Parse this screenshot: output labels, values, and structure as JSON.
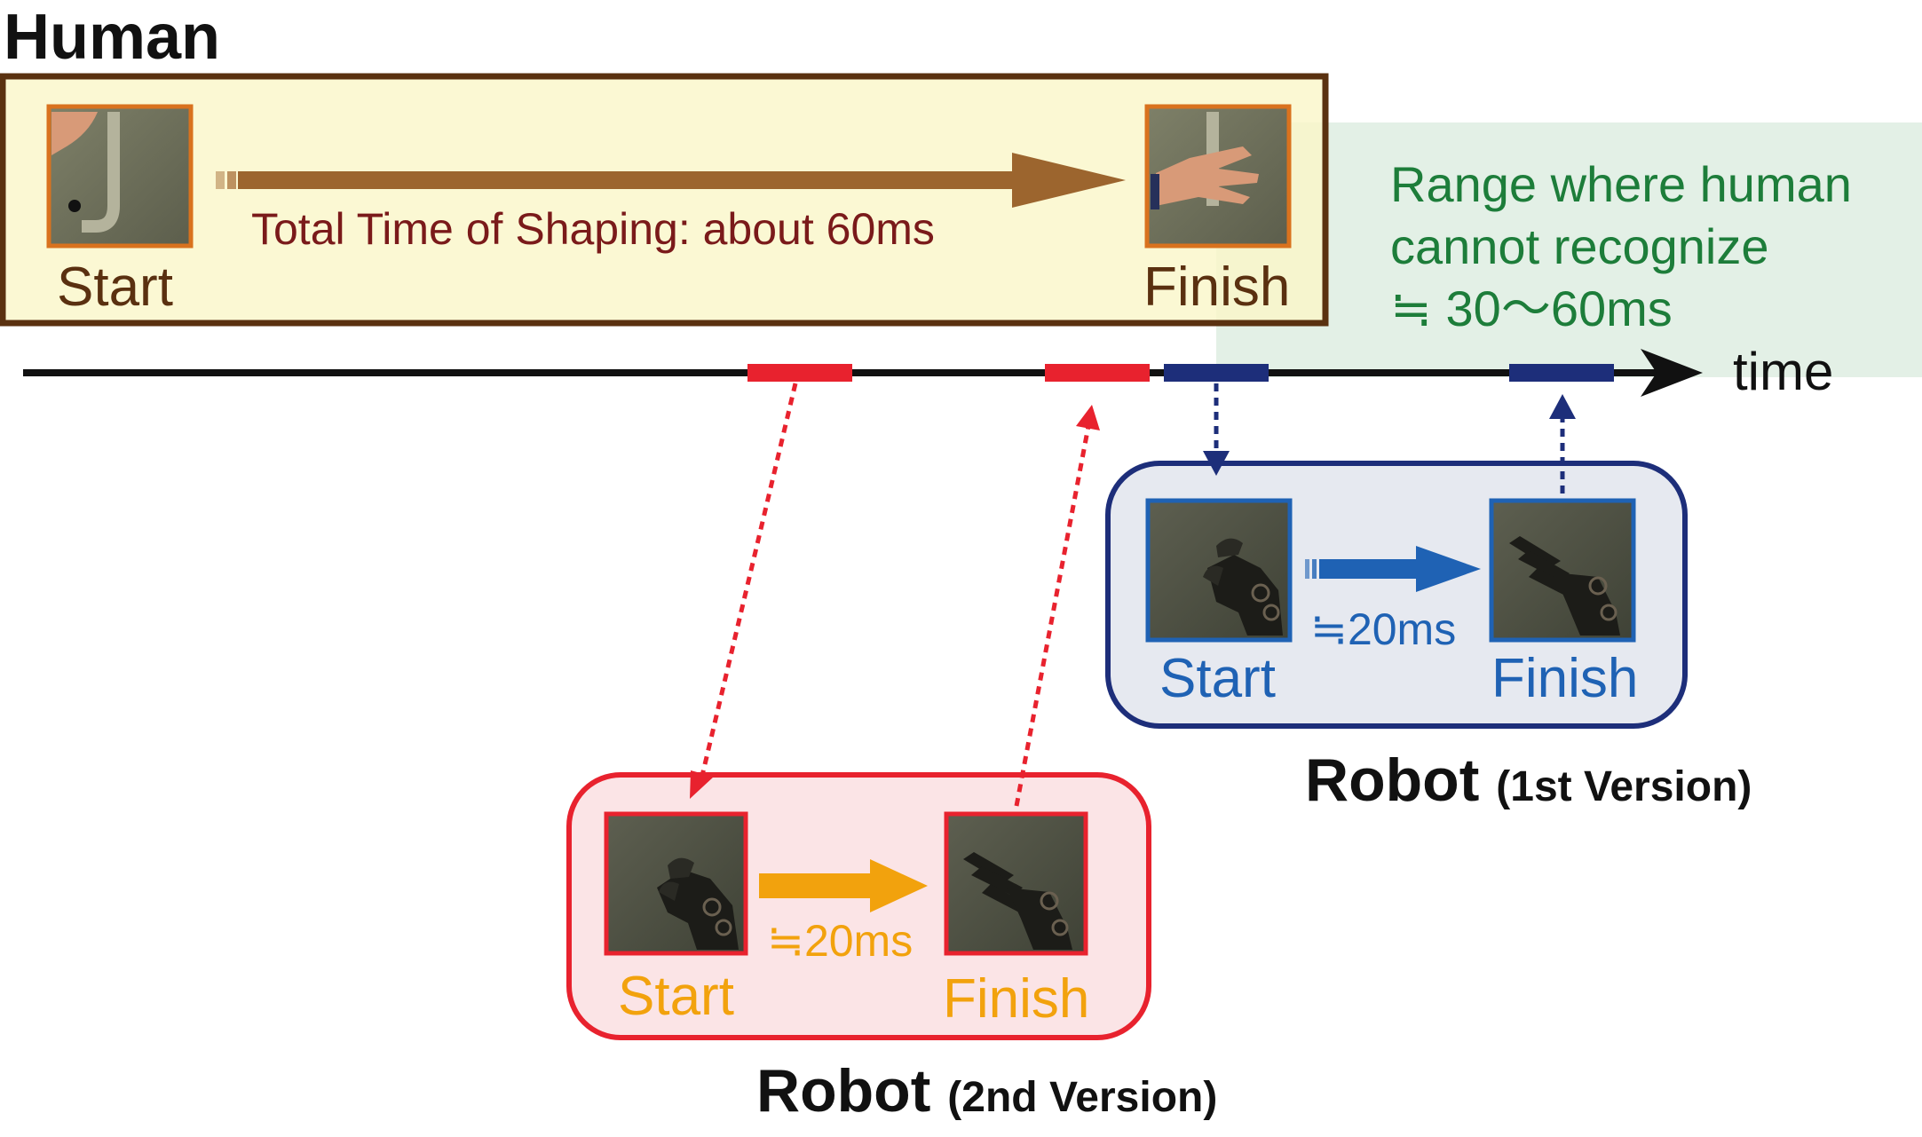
{
  "colors": {
    "human_box_fill": "#faf6c8",
    "human_box_border": "#5a3110",
    "photo_border_human": "#d9721e",
    "range_fill": "#e3f0e6",
    "range_text": "#1d7d3a",
    "robot2_accent": "#e8222e",
    "robot2_box_fill": "#fbe4e6",
    "robot2_text": "#f2a20d",
    "robot1_accent": "#1d2e7a",
    "robot1_box_fill": "#e6e9f0",
    "robot1_text": "#1f62b4",
    "timeline": "#111111"
  },
  "human": {
    "title": "Human",
    "start_label": "Start",
    "finish_label": "Finish",
    "caption": "Total Time of Shaping: about 60ms"
  },
  "range": {
    "line1": "Range where human",
    "line2": "cannot recognize",
    "line3": "≒  30～60ms"
  },
  "timeline": {
    "label": "time"
  },
  "robot1": {
    "title": "Robot",
    "version": "(1st Version)",
    "start_label": "Start",
    "finish_label": "Finish",
    "duration": "≒20ms"
  },
  "robot2": {
    "title": "Robot",
    "version": "(2nd Version)",
    "start_label": "Start",
    "finish_label": "Finish",
    "duration": "≒20ms"
  }
}
